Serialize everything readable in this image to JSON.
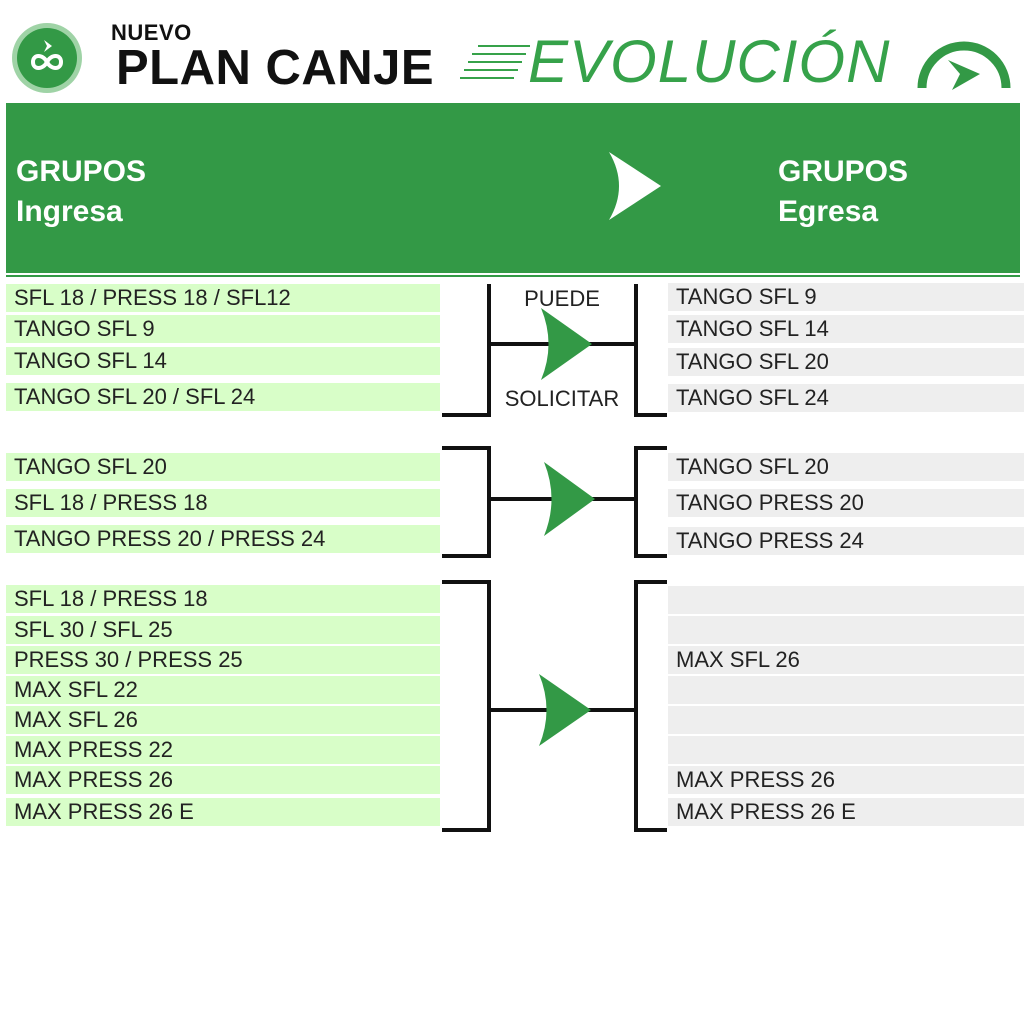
{
  "header": {
    "brand_small": "NUEVO",
    "brand_big": "PLAN CANJE",
    "subtitle": "EVOLUCIÓN",
    "colors": {
      "accent": "#339946",
      "text": "#111111",
      "left_row_bg": "#d8fec8",
      "right_row_bg": "#eeeeee"
    }
  },
  "band": {
    "left_title": "GRUPOS",
    "left_subtitle": "Ingresa",
    "right_title": "GRUPOS",
    "right_subtitle": "Egresa"
  },
  "middle": {
    "label_top": "PUEDE",
    "label_bottom": "SOLICITAR"
  },
  "groups": [
    {
      "ingresa": [
        "SFL 18 / PRESS 18 / SFL12",
        "TANGO SFL 9",
        "TANGO SFL 14",
        "TANGO SFL 20 / SFL 24"
      ],
      "egresa": [
        "TANGO SFL 9",
        "TANGO SFL 14",
        "TANGO SFL 20",
        "TANGO SFL 24"
      ]
    },
    {
      "ingresa": [
        "TANGO SFL 20",
        "SFL 18 / PRESS 18",
        "TANGO PRESS 20 / PRESS 24"
      ],
      "egresa": [
        "TANGO SFL 20",
        "TANGO PRESS 20",
        "TANGO PRESS 24"
      ]
    },
    {
      "ingresa": [
        "SFL 18 / PRESS 18",
        "SFL 30 / SFL 25",
        "PRESS 30 / PRESS 25",
        "MAX SFL 22",
        "MAX SFL 26",
        "MAX PRESS 22",
        "MAX PRESS 26",
        "MAX PRESS 26 E"
      ],
      "egresa": [
        "",
        "",
        "MAX SFL 26",
        "",
        "",
        "",
        "MAX PRESS 26",
        "MAX PRESS 26 E"
      ]
    }
  ]
}
